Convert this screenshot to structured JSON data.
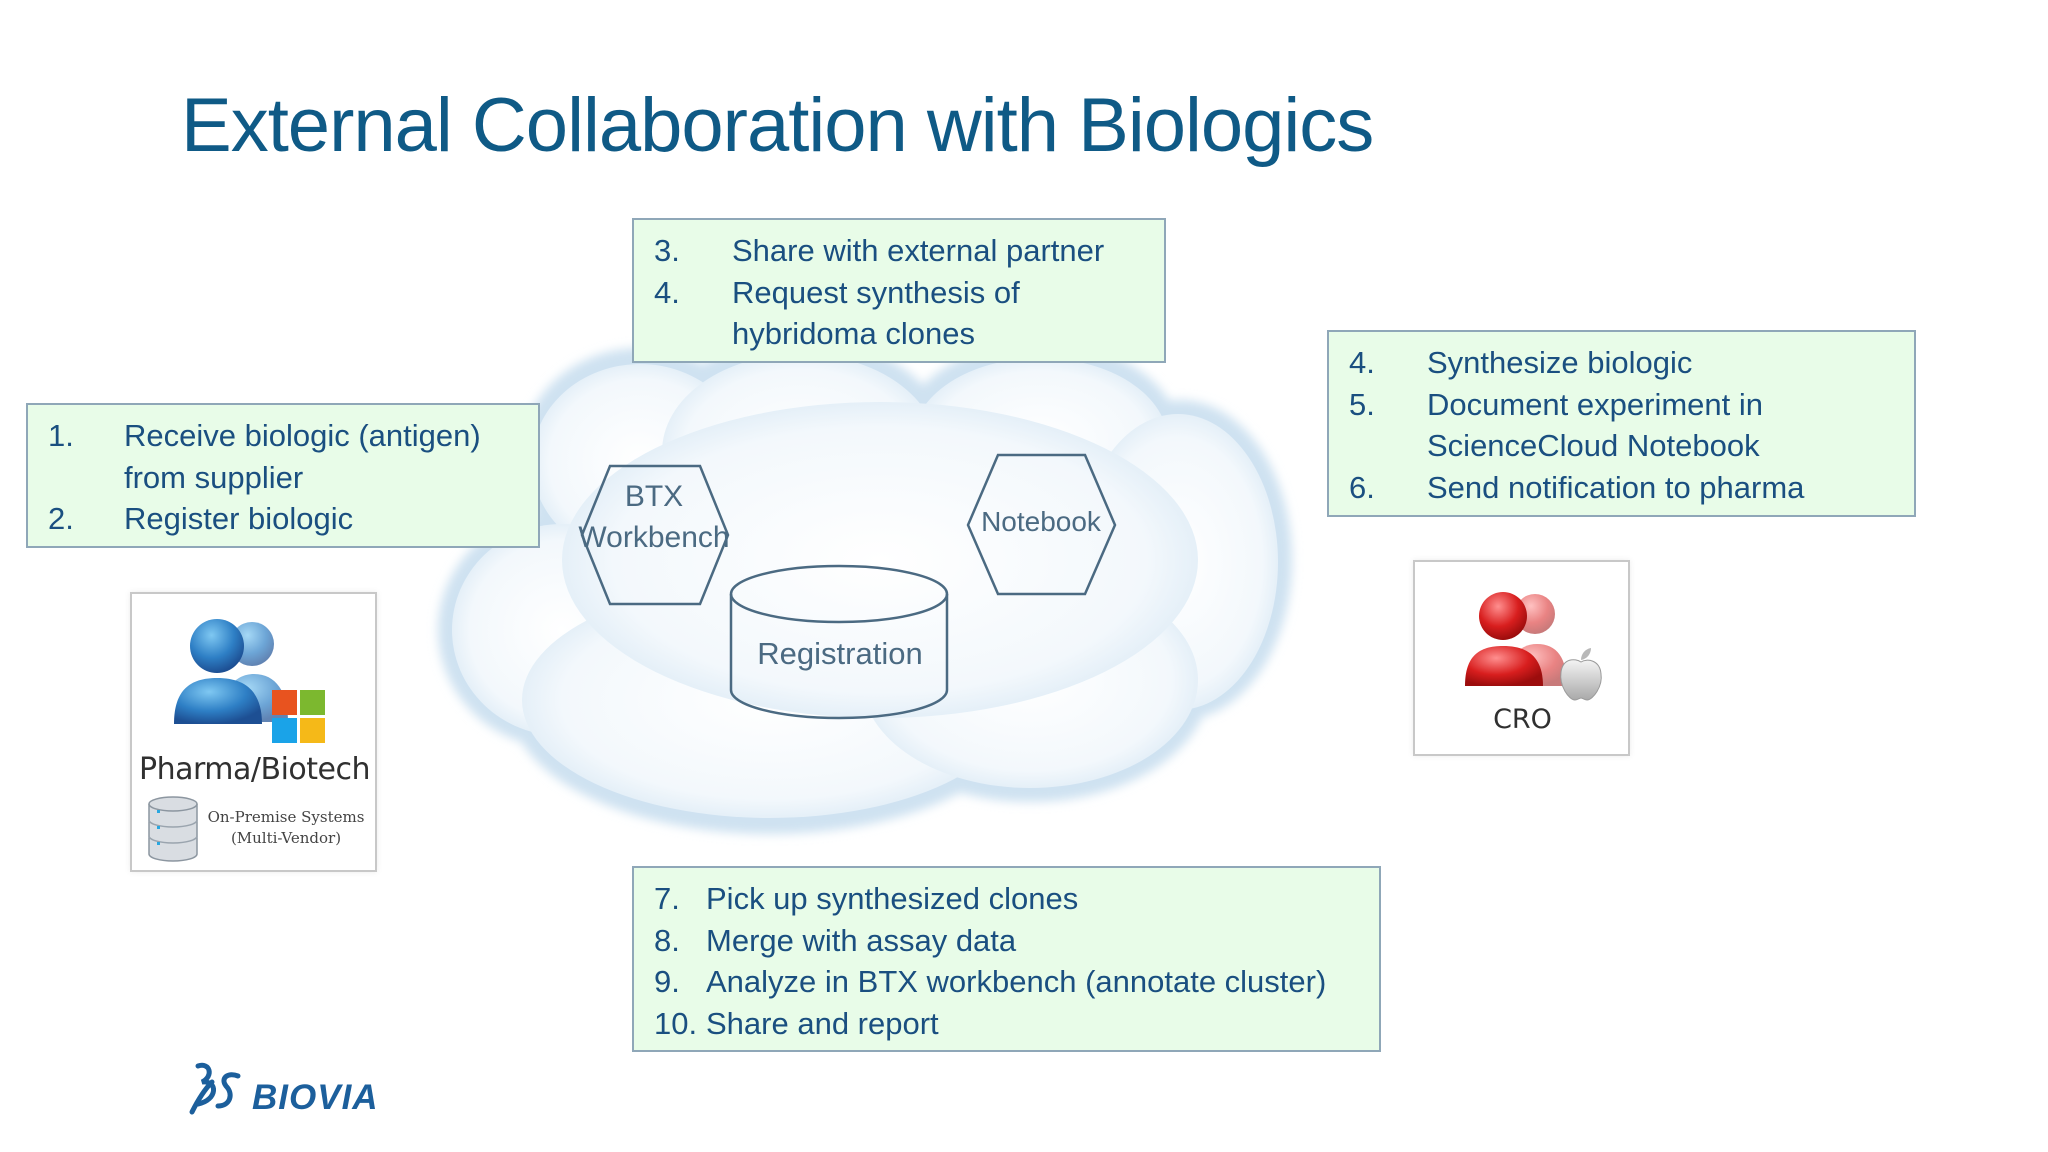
{
  "slide": {
    "title": "External Collaboration with Biologics"
  },
  "step_boxes": {
    "pharma_steps": [
      {
        "num": "1.",
        "text": "Receive biologic (antigen) from supplier"
      },
      {
        "num": "2.",
        "text": "Register biologic"
      }
    ],
    "share_steps": [
      {
        "num": "3.",
        "text": "Share with external partner"
      },
      {
        "num": "4.",
        "text": "Request synthesis of hybridoma clones"
      }
    ],
    "cro_steps": [
      {
        "num": "4.",
        "text": "Synthesize biologic"
      },
      {
        "num": "5.",
        "text": "Document experiment in ScienceCloud Notebook"
      },
      {
        "num": "6.",
        "text": "Send notification to pharma"
      }
    ],
    "return_steps": [
      {
        "num": "7.",
        "text": "Pick up synthesized clones"
      },
      {
        "num": "8.",
        "text": "Merge with assay data"
      },
      {
        "num": "9.",
        "text": "Analyze in BTX workbench (annotate cluster)"
      },
      {
        "num": "10.",
        "text": "Share and report"
      }
    ]
  },
  "cloud": {
    "btx_label": "BTX Workbench",
    "notebook_label": "Notebook",
    "registration_label": "Registration"
  },
  "pharma_card": {
    "name": "Pharma/Biotech",
    "onprem_line1": "On-Premise Systems",
    "onprem_line2": "(Multi-Vendor)"
  },
  "cro_card": {
    "name": "CRO"
  },
  "footer": {
    "brand": "BIOVIA"
  },
  "colors": {
    "title": "#0f5a86",
    "step_text": "#1a4f80",
    "step_box_fill": "#e8fce8",
    "step_box_border": "#8fa7b8",
    "shape_outline": "#4b6a82",
    "brand": "#1c5f9c"
  },
  "icons": {
    "pharma": [
      "users-icon",
      "windows-logo-icon",
      "database-icon"
    ],
    "cro": [
      "users-icon",
      "apple-logo-icon"
    ],
    "footer": [
      "ds-logo-icon"
    ]
  }
}
